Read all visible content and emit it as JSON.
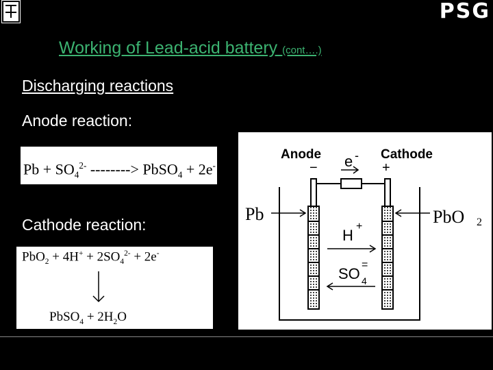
{
  "title": {
    "main": "Working of Lead-acid battery ",
    "suffix": "(cont….)"
  },
  "header": {
    "brand": "PSG"
  },
  "labels": {
    "discharging": "Discharging reactions",
    "anode": "Anode reaction:",
    "cathode": "Cathode reaction:"
  },
  "anode_eq": {
    "lhs": "Pb + SO",
    "arrow": " -------->",
    "rhs": " PbSO",
    "tail": " + 2e"
  },
  "cathode_eq": {
    "line1a": "PbO",
    "line1b": " + 4H",
    "line1c": " + 2SO",
    "line1d": " + 2e",
    "line2a": "PbSO",
    "line2b": " + 2H",
    "line2c": "O"
  },
  "diagram": {
    "anode": "Anode",
    "cathode": "Cathode",
    "minus": "−",
    "plus": "+",
    "electron": "e",
    "electron_sign": "-",
    "pb": "Pb",
    "pbo2": "PbO",
    "two": "2",
    "h": "H",
    "h_sign": "+",
    "so": "SO",
    "so_sub": "4",
    "so_sign": "="
  }
}
